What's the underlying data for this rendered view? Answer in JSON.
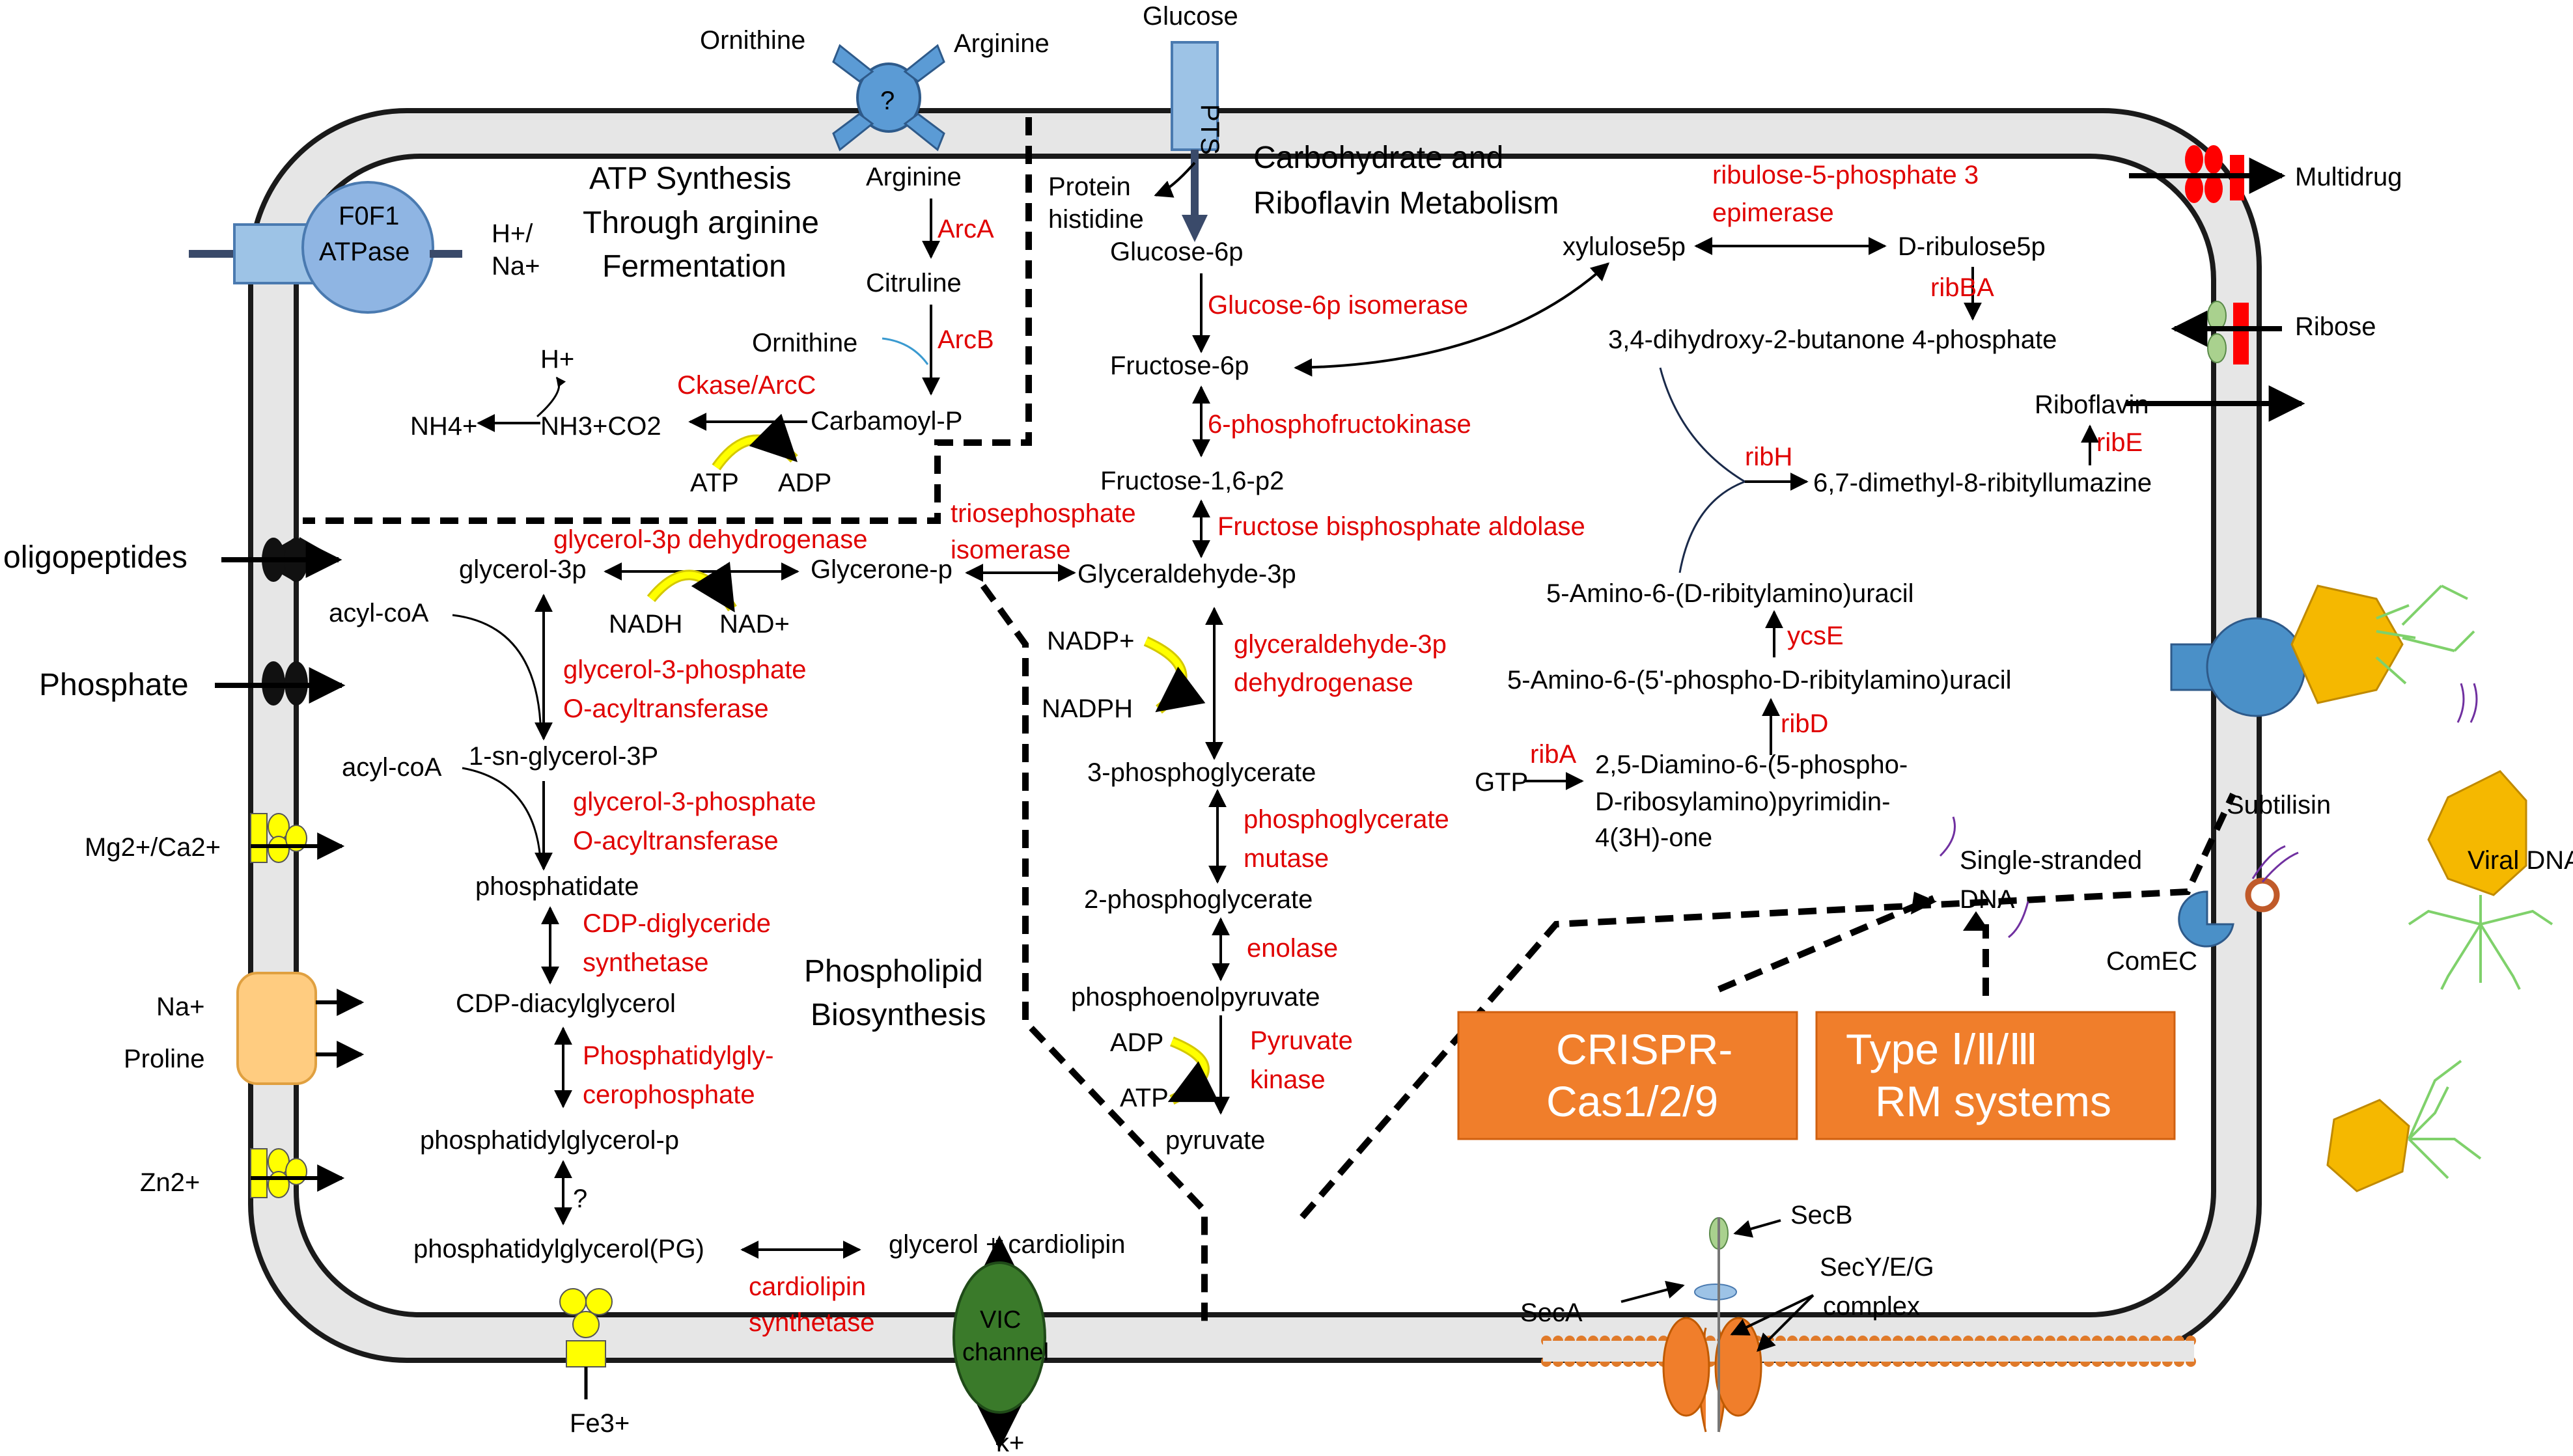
{
  "colors": {
    "enzyme": "#e00000",
    "text": "#000000",
    "membrane_fill": "#e6e6e6",
    "membrane_stroke": "#1a1a1a",
    "transporter_yellow": "#ffff00",
    "transporter_black": "#111111",
    "transporter_red": "#ff0000",
    "atpase_blue": "#8fb5e3",
    "orange_box": "#f07e2b",
    "vic_green": "#3a7a2a",
    "phage_gold": "#f5b800",
    "phage_leg": "#7fd16b"
  },
  "labels": {
    "glucose": "Glucose",
    "pts": "PTS",
    "ornithine_out": "Ornithine",
    "arginine_out": "Arginine",
    "question": "?",
    "protein": "Protein",
    "histidine": "histidine",
    "carb_title_1": "Carbohydrate and",
    "carb_title_2": "Riboflavin Metabolism",
    "atp_title_1": "ATP Synthesis",
    "atp_title_2": "Through arginine",
    "atp_title_3": "Fermentation",
    "f0f1": "F0F1",
    "atpase": "ATPase",
    "h_slash": "H+/",
    "na_plus": "Na+",
    "arginine": "Arginine",
    "arca": "ArcA",
    "citruline": "Citruline",
    "ornithine": "Ornithine",
    "arcb": "ArcB",
    "ckase": "Ckase/ArcC",
    "carbamoyl": "Carbamoyl-P",
    "h_plus": "H+",
    "nh4": "NH4+",
    "nh3co2": "NH3+CO2",
    "atp": "ATP",
    "adp": "ADP",
    "oligopeptides": "oligopeptides",
    "phosphate": "Phosphate",
    "mgca": "Mg2+/Ca2+",
    "na_in": "Na+",
    "proline": "Proline",
    "zn": "Zn2+",
    "fe": "Fe3+",
    "k": "k+",
    "g3pdh": "glycerol-3p dehydrogenase",
    "glycerol3p": "glycerol-3p",
    "glyceronep": "Glycerone-p",
    "nadh": "NADH",
    "nadplus": "NAD+",
    "acylcoa1": "acyl-coA",
    "gpat1a": "glycerol-3-phosphate",
    "gpat1b": "O-acyltransferase",
    "acylcoa2": "acyl-coA",
    "snglycerol": "1-sn-glycerol-3P",
    "gpat2a": "glycerol-3-phosphate",
    "gpat2b": "O-acyltransferase",
    "phosphatidate": "phosphatidate",
    "cdpsyn_a": "CDP-diglyceride",
    "cdpsyn_b": "synthetase",
    "cdpdag": "CDP-diacylglycerol",
    "phospho_title_1": "Phospholipid",
    "phospho_title_2": "Biosynthesis",
    "pgp_syn_a": "Phosphatidylgly-",
    "pgp_syn_b": "cerophosphate",
    "pgp": "phosphatidylglycerol-p",
    "question2": "?",
    "pg": "phosphatidylglycerol(PG)",
    "glyc_cardio": "glycerol + cardiolipin",
    "cls_a": "cardiolipin",
    "cls_b": "synthetase",
    "vic_a": "VIC",
    "vic_b": "channel",
    "glucose6p": "Glucose-6p",
    "g6pi": "Glucose-6p isomerase",
    "fructose6p": "Fructose-6p",
    "pfk": "6-phosphofructokinase",
    "f16p2": "Fructose-1,6-p2",
    "tpi_a": "triosephosphate",
    "tpi_b": "isomerase",
    "fba": "Fructose bisphosphate aldolase",
    "ga3p": "Glyceraldehyde-3p",
    "nadpplus": "NADP+",
    "nadph": "NADPH",
    "gapdh_a": "glyceraldehyde-3p",
    "gapdh_b": "dehydrogenase",
    "pg3": "3-phosphoglycerate",
    "pgm_a": "phosphoglycerate",
    "pgm_b": "mutase",
    "pg2": "2-phosphoglycerate",
    "enolase": "enolase",
    "pep": "phosphoenolpyruvate",
    "adp2": "ADP",
    "pk_a": "Pyruvate",
    "pk_b": "kinase",
    "atp2": "ATP",
    "pyruvate": "pyruvate",
    "rpe_a": "ribulose-5-phosphate 3",
    "rpe_b": "epimerase",
    "xylulose": "xylulose5p",
    "ribulose": "D-ribulose5p",
    "ribba": "ribBA",
    "dhbp": "3,4-dihydroxy-2-butanone 4-phosphate",
    "riboflavin": "Riboflavin",
    "ribe": "ribE",
    "ribh": "ribH",
    "dmrl": "6,7-dimethyl-8-ribityllumazine",
    "arau": "5-Amino-6-(D-ribitylamino)uracil",
    "ycse": "ycsE",
    "arppu": "5-Amino-6-(5'-phospho-D-ribitylamino)uracil",
    "ribd": "ribD",
    "gtp": "GTP",
    "riba": "ribA",
    "dar_a": "2,5-Diamino-6-(5-phospho-",
    "dar_b": "D-ribosylamino)pyrimidin-",
    "dar_c": "4(3H)-one",
    "multidrug": "Multidrug",
    "ribose": "Ribose",
    "ssdna_a": "Single-stranded",
    "ssdna_b": "DNA",
    "subtilisin": "Subtilisin",
    "viraldna": "Viral DNA",
    "comec": "ComEC",
    "crispr_a": "CRISPR-",
    "crispr_b": "Cas1/2/9",
    "rm_a": "Type Ⅰ/Ⅱ/Ⅲ",
    "rm_b": "RM systems",
    "secb": "SecB",
    "seca": "SecA",
    "secyeg_a": "SecY/E/G",
    "secyeg_b": "complex"
  }
}
